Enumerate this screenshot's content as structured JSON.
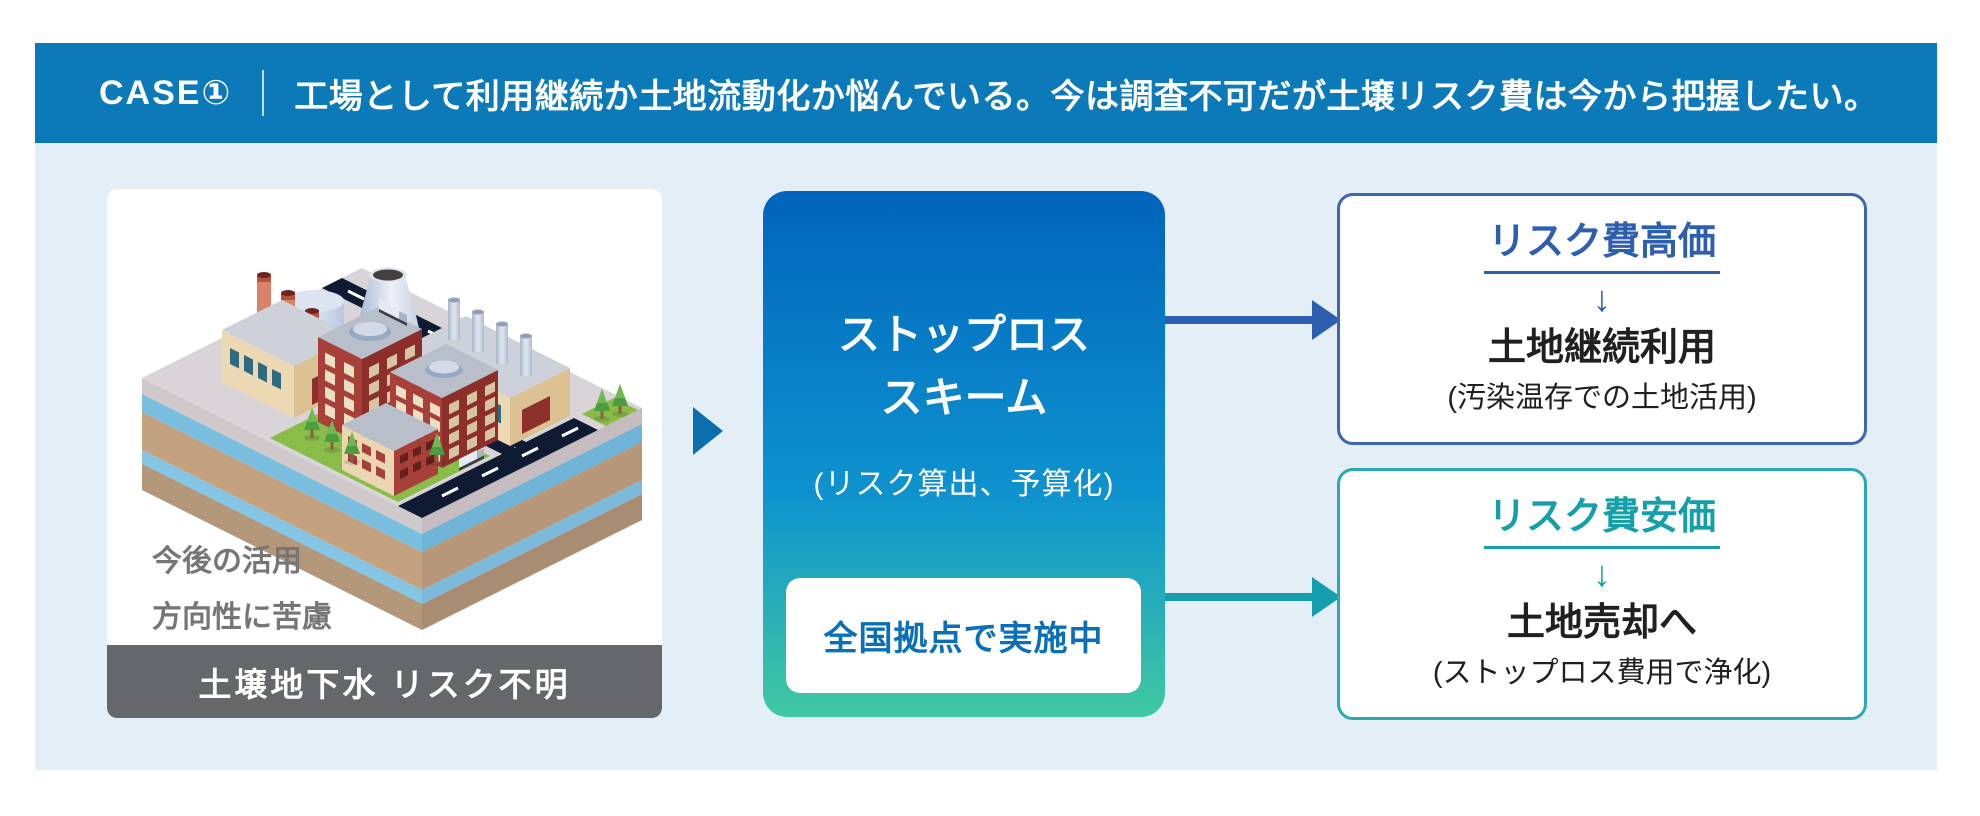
{
  "header": {
    "case_label": "CASE①",
    "title": "工場として利用継続か土地流動化か悩んでいる。今は調査不可だが土壌リスク費は今から把握したい。"
  },
  "left_card": {
    "caption": [
      "今後の活用",
      "方向性に苦慮"
    ],
    "footer_label": "土壌地下水 リスク不明",
    "illustration": "isometric-factory-site"
  },
  "scheme_box": {
    "title": [
      "ストップロス",
      "スキーム"
    ],
    "subtitle": "(リスク算出、予算化)",
    "badge_label": "全国拠点で実施中"
  },
  "outcomes": {
    "high": {
      "label": "リスク費高価",
      "down_arrow": "↓",
      "result": "土地継続利用",
      "note": "(汚染温存での土地活用)"
    },
    "low": {
      "label": "リスク費安価",
      "down_arrow": "↓",
      "result": "土地売却へ",
      "note": "(ストップロス費用で浄化)"
    }
  },
  "colors": {
    "header_bar": "#0c79b8",
    "panel_bg": "#e3eef6",
    "scheme_gradient_top": "#0164bb",
    "scheme_gradient_bottom": "#41c9a2",
    "badge_text": "#0b6fb8",
    "outcome_high_accent": "#2e5fae",
    "outcome_low_accent": "#14a0a8",
    "arrow_blue": "#2e5fae",
    "arrow_teal": "#149eae",
    "play_triangle": "#0c6fad",
    "card_footer_bg": "#66676b",
    "caption_text": "#767676"
  }
}
